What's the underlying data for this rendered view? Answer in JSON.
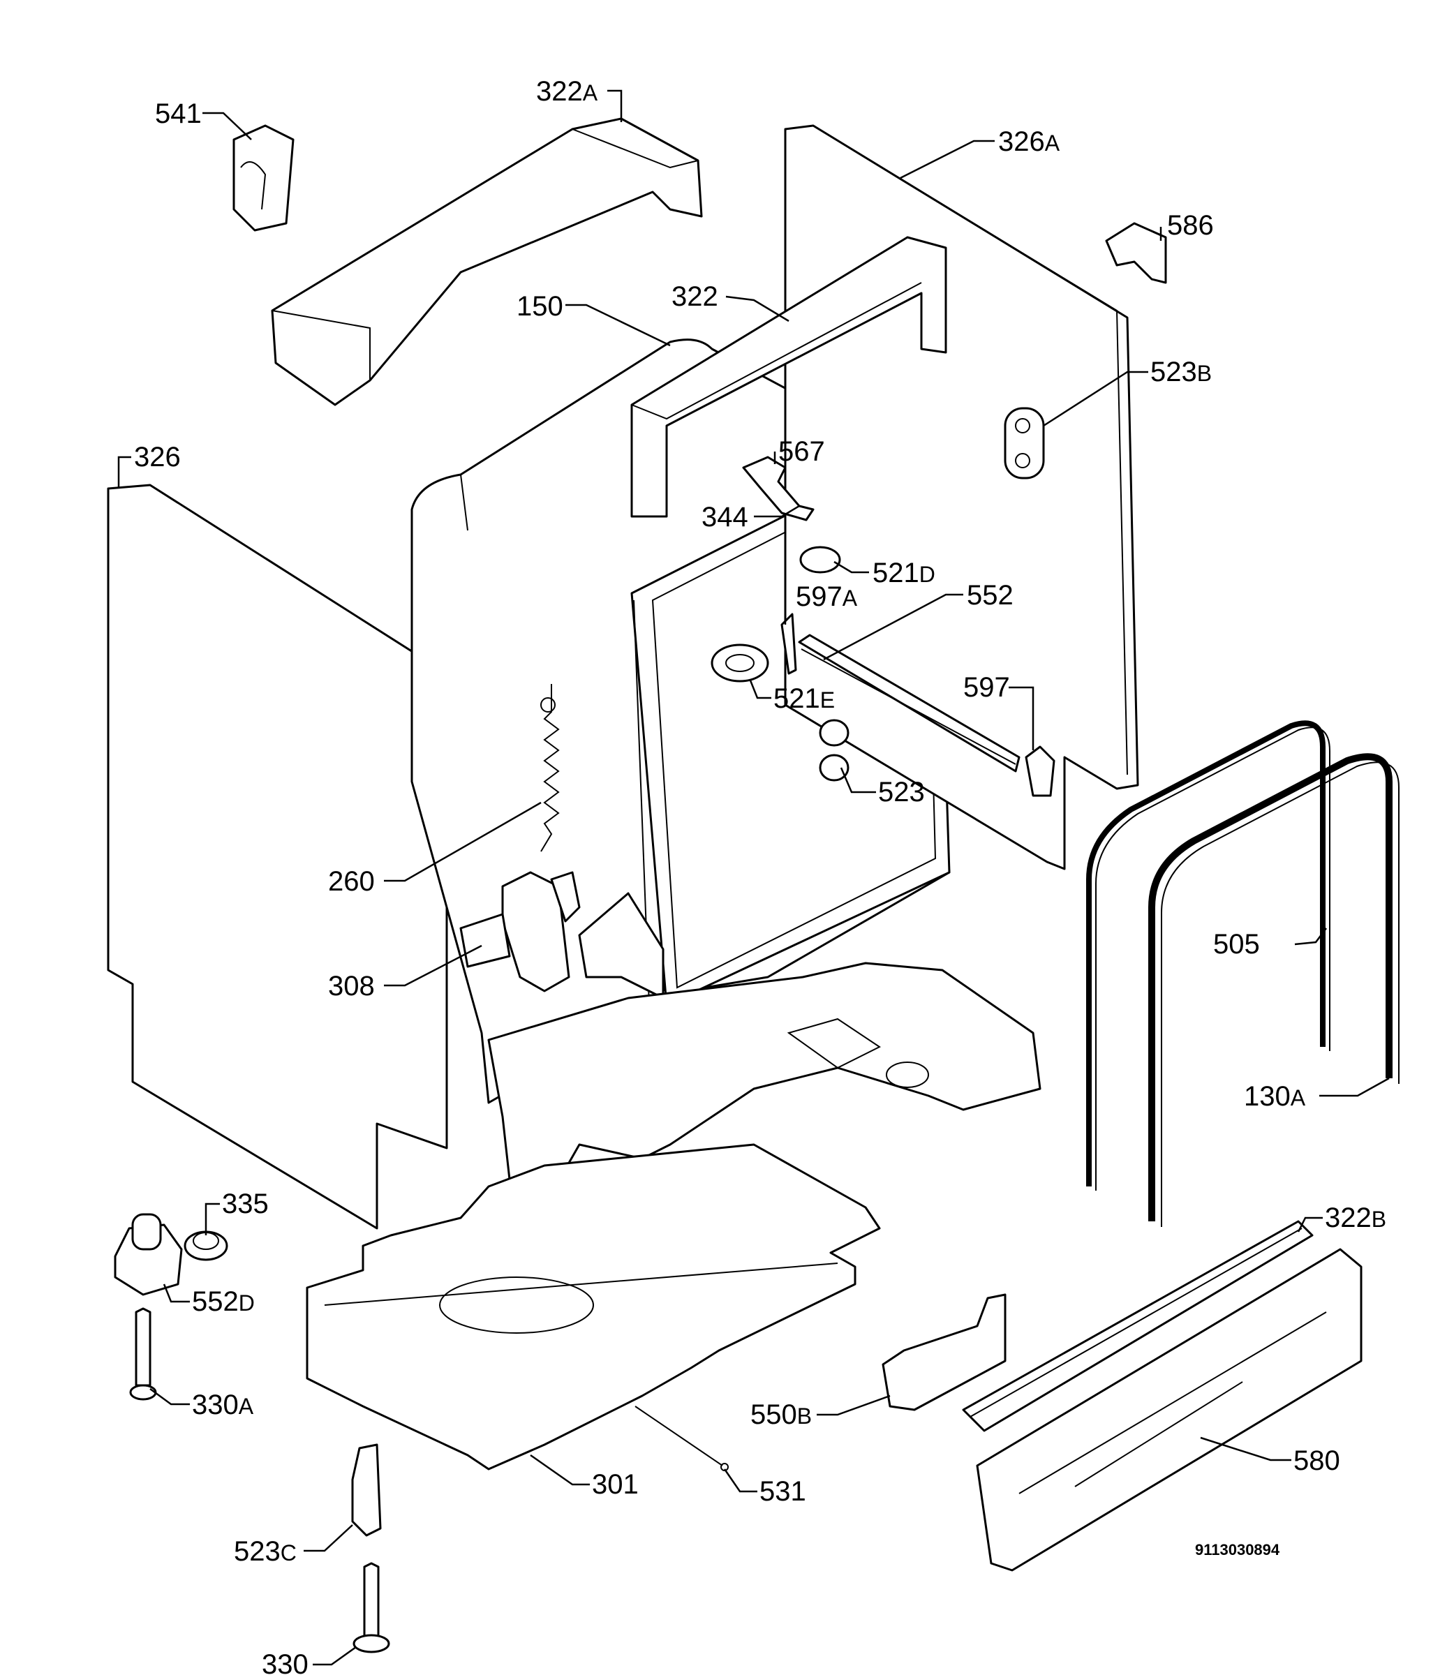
{
  "labels": [
    {
      "id": "541",
      "num": "541",
      "sfx": ""
    },
    {
      "id": "322a",
      "num": "322",
      "sfx": "A"
    },
    {
      "id": "326a",
      "num": "326",
      "sfx": "A"
    },
    {
      "id": "586",
      "num": "586",
      "sfx": ""
    },
    {
      "id": "322",
      "num": "322",
      "sfx": ""
    },
    {
      "id": "150",
      "num": "150",
      "sfx": ""
    },
    {
      "id": "523b",
      "num": "523",
      "sfx": "B"
    },
    {
      "id": "326",
      "num": "326",
      "sfx": ""
    },
    {
      "id": "567",
      "num": "567",
      "sfx": ""
    },
    {
      "id": "344",
      "num": "344",
      "sfx": ""
    },
    {
      "id": "521d",
      "num": "521",
      "sfx": "D"
    },
    {
      "id": "597a",
      "num": "597",
      "sfx": "A"
    },
    {
      "id": "552",
      "num": "552",
      "sfx": ""
    },
    {
      "id": "521e",
      "num": "521",
      "sfx": "E"
    },
    {
      "id": "597",
      "num": "597",
      "sfx": ""
    },
    {
      "id": "523",
      "num": "523",
      "sfx": ""
    },
    {
      "id": "260",
      "num": "260",
      "sfx": ""
    },
    {
      "id": "505",
      "num": "505",
      "sfx": ""
    },
    {
      "id": "308",
      "num": "308",
      "sfx": ""
    },
    {
      "id": "130a",
      "num": "130",
      "sfx": "A"
    },
    {
      "id": "335",
      "num": "335",
      "sfx": ""
    },
    {
      "id": "322b",
      "num": "322",
      "sfx": "B"
    },
    {
      "id": "552d",
      "num": "552",
      "sfx": "D"
    },
    {
      "id": "330a",
      "num": "330",
      "sfx": "A"
    },
    {
      "id": "550b",
      "num": "550",
      "sfx": "B"
    },
    {
      "id": "580",
      "num": "580",
      "sfx": ""
    },
    {
      "id": "301",
      "num": "301",
      "sfx": ""
    },
    {
      "id": "531",
      "num": "531",
      "sfx": ""
    },
    {
      "id": "523c",
      "num": "523",
      "sfx": "C"
    },
    {
      "id": "330",
      "num": "330",
      "sfx": ""
    }
  ],
  "drawing_code": "9113030894"
}
